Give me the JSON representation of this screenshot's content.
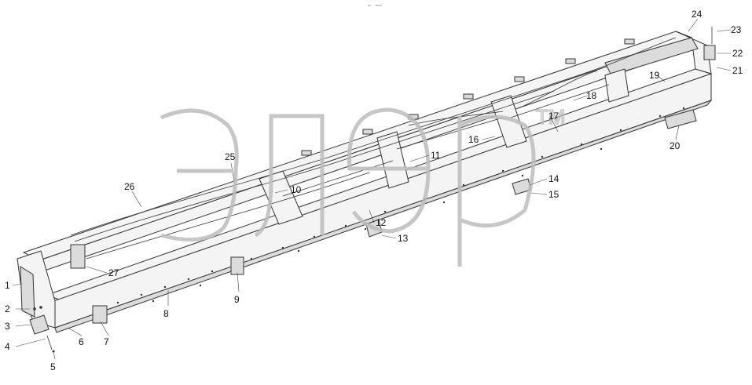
{
  "diagram": {
    "watermark": {
      "text": "элер",
      "mark": "TM"
    },
    "callouts": [
      {
        "id": "1",
        "label": "1"
      },
      {
        "id": "2",
        "label": "2"
      },
      {
        "id": "3",
        "label": "3"
      },
      {
        "id": "4",
        "label": "4"
      },
      {
        "id": "5",
        "label": "5"
      },
      {
        "id": "6",
        "label": "6"
      },
      {
        "id": "7",
        "label": "7"
      },
      {
        "id": "8",
        "label": "8"
      },
      {
        "id": "9",
        "label": "9"
      },
      {
        "id": "10",
        "label": "10"
      },
      {
        "id": "11",
        "label": "11"
      },
      {
        "id": "12",
        "label": "12"
      },
      {
        "id": "13",
        "label": "13"
      },
      {
        "id": "14",
        "label": "14"
      },
      {
        "id": "15",
        "label": "15"
      },
      {
        "id": "16",
        "label": "16"
      },
      {
        "id": "17",
        "label": "17"
      },
      {
        "id": "18",
        "label": "18"
      },
      {
        "id": "19",
        "label": "19"
      },
      {
        "id": "20",
        "label": "20"
      },
      {
        "id": "21",
        "label": "21"
      },
      {
        "id": "22",
        "label": "22"
      },
      {
        "id": "23",
        "label": "23"
      },
      {
        "id": "24",
        "label": "24"
      },
      {
        "id": "25",
        "label": "25"
      },
      {
        "id": "26",
        "label": "26"
      },
      {
        "id": "27",
        "label": "27"
      }
    ]
  }
}
